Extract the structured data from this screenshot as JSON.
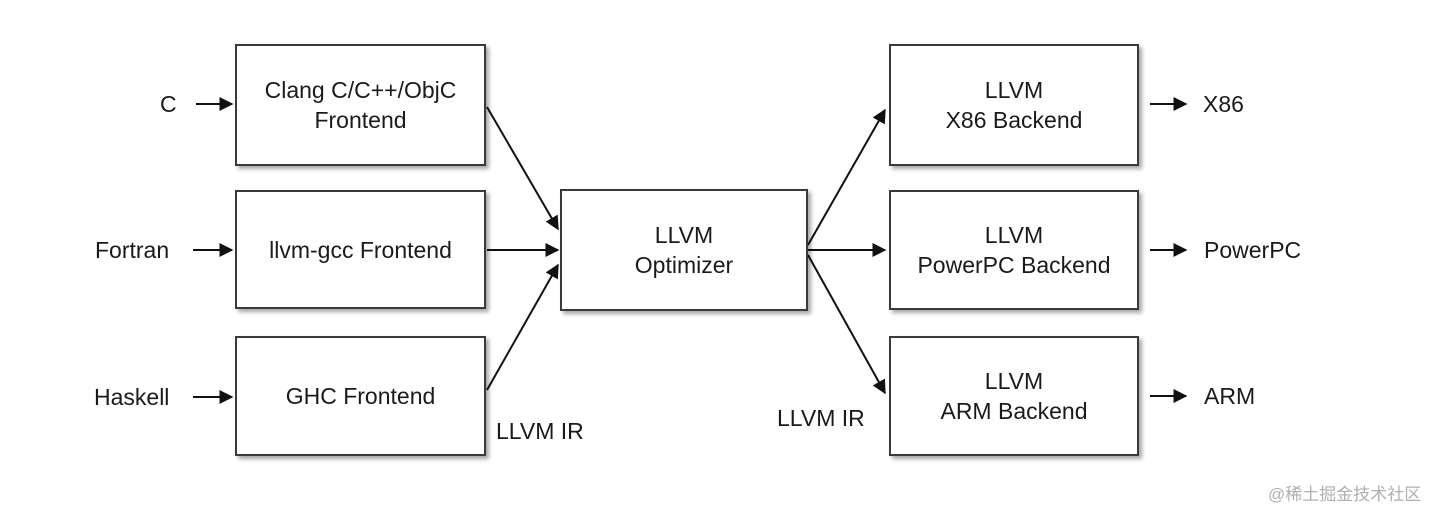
{
  "inputs": [
    "C",
    "Fortran",
    "Haskell"
  ],
  "frontends": [
    [
      "Clang C/C++/ObjC",
      "Frontend"
    ],
    [
      "llvm-gcc Frontend"
    ],
    [
      "GHC Frontend"
    ]
  ],
  "optimizer": [
    "LLVM",
    "Optimizer"
  ],
  "backends": [
    [
      "LLVM",
      "X86 Backend"
    ],
    [
      "LLVM",
      "PowerPC Backend"
    ],
    [
      "LLVM",
      "ARM Backend"
    ]
  ],
  "outputs": [
    "X86",
    "PowerPC",
    "ARM"
  ],
  "ir_labels": [
    "LLVM IR",
    "LLVM IR"
  ],
  "watermark": "@稀土掘金技术社区"
}
